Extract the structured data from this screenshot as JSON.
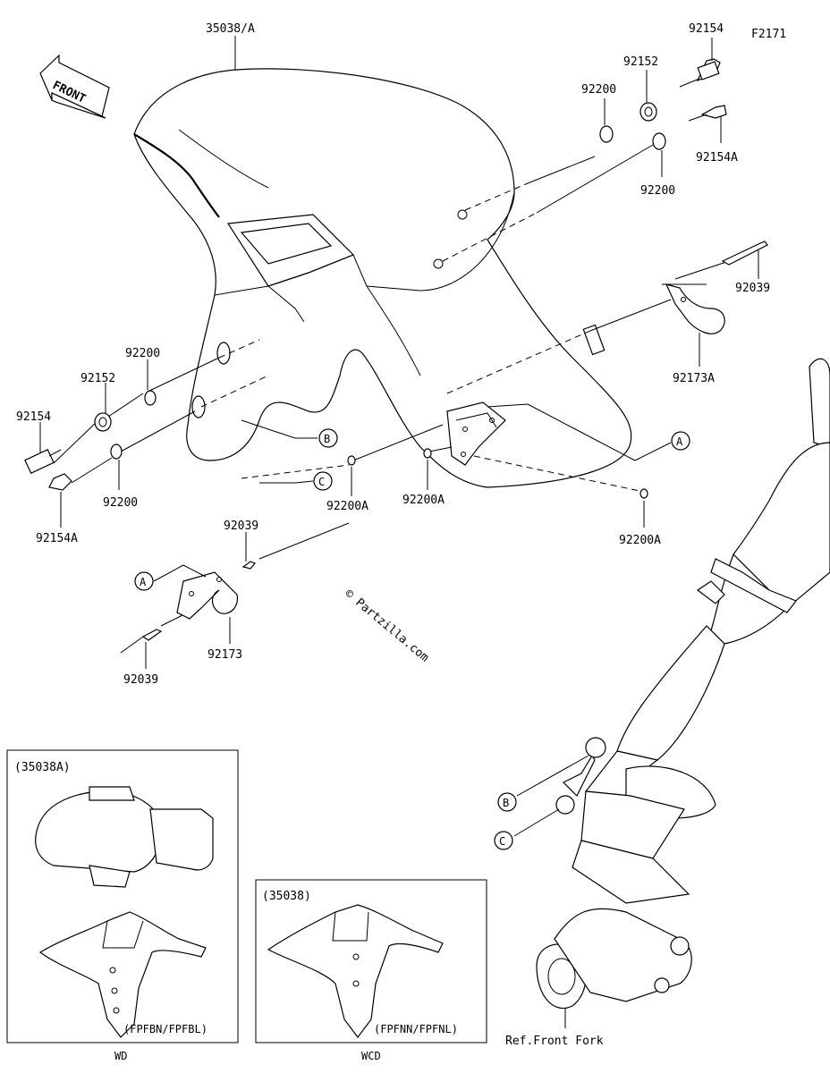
{
  "figure_code": "F2171",
  "front_label": "FRONT",
  "watermark": "© Partzilla.com",
  "callouts": {
    "fender": "35038/A",
    "bolt_top": "92154",
    "collar_top": "92152",
    "washer_top_left": "92200",
    "bolt_top_a": "92154A",
    "washer_top_right": "92200",
    "rivet_right": "92039",
    "clamp_right": "92173A",
    "washer_left_top": "92200",
    "collar_left": "92152",
    "bolt_left": "92154",
    "washer_left_bottom": "92200",
    "bolt_left_a": "92154A",
    "grommet_1": "92200A",
    "grommet_2": "92200A",
    "grommet_3": "92200A",
    "rivet_top": "92039",
    "clamp_left": "92173",
    "rivet_bottom": "92039",
    "fork_ref": "Ref.Front Fork"
  },
  "refs": {
    "a_fender": "A",
    "b_fender": "B",
    "c_fender": "C",
    "a_clamp": "A",
    "b_fork": "B",
    "c_fork": "C"
  },
  "insets": [
    {
      "title": "(35038A)",
      "variant": "(FPFBN/FPFBL)",
      "caption": "WD"
    },
    {
      "title": "(35038)",
      "variant": "(FPFNN/FPFNL)",
      "caption": "WCD"
    }
  ]
}
